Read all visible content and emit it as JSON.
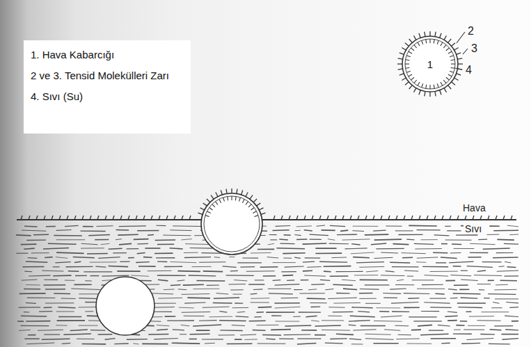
{
  "diagram": {
    "nodes": [
      {
        "text": [
          "1. Hava Kabarcığı",
          "2 ve 3. Tensid Molekülleri Zarı",
          "4. Sıvı (Su)"
        ]
      },
      {
        "text": [
          "1"
        ]
      }
    ],
    "labels": [
      "2",
      "3",
      "4",
      "Hava",
      "Sıvı"
    ]
  }
}
